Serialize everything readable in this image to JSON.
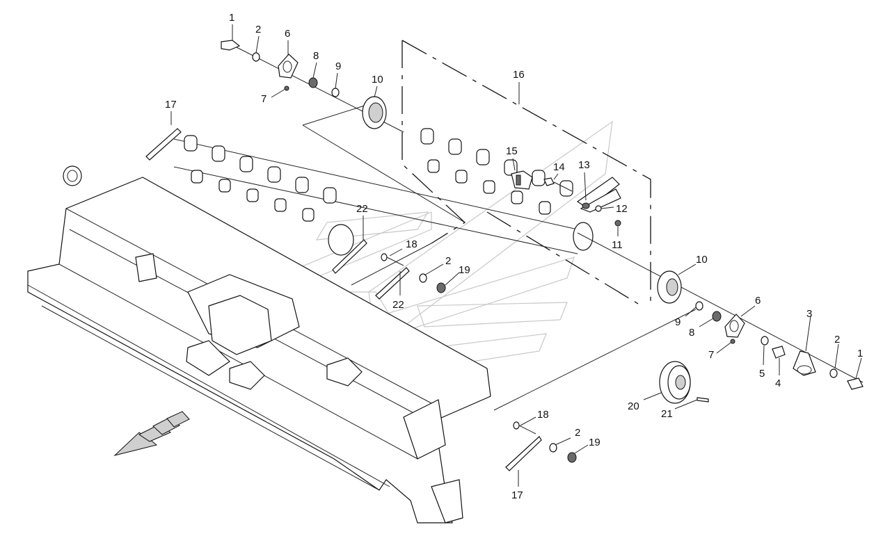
{
  "labels": {
    "l1a": "1",
    "l2a": "2",
    "l6a": "6",
    "l7a": "7",
    "l8a": "8",
    "l9a": "9",
    "l10a": "10",
    "l16": "16",
    "l17a": "17",
    "l15": "15",
    "l14": "14",
    "l13": "13",
    "l12": "12",
    "l11": "11",
    "l22a": "22",
    "l18a": "18",
    "l2b": "2",
    "l19a": "19",
    "l22b": "22",
    "l10b": "10",
    "l6b": "6",
    "l3": "3",
    "l9b": "9",
    "l8b": "8",
    "l7b": "7",
    "l2c": "2",
    "l1b": "1",
    "l5": "5",
    "l4": "4",
    "l20": "20",
    "l21": "21",
    "l18b": "18",
    "l2d": "2",
    "l19b": "19",
    "l17b": "17"
  }
}
